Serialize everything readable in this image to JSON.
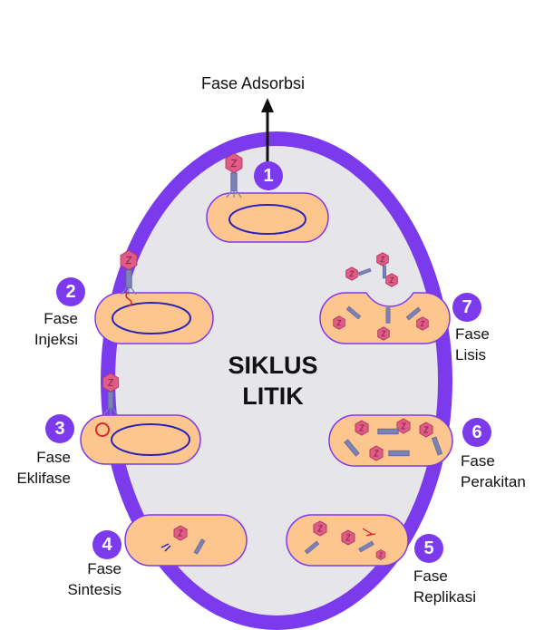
{
  "title": "Fase Adsorbsi",
  "center": {
    "line1": "SIKLUS",
    "line2": "LITIK"
  },
  "steps": [
    {
      "num": "1"
    },
    {
      "num": "2",
      "label1": "Fase",
      "label2": "Injeksi"
    },
    {
      "num": "3",
      "label1": "Fase",
      "label2": "Eklifase"
    },
    {
      "num": "4",
      "label1": "Fase",
      "label2": "Sintesis"
    },
    {
      "num": "5",
      "label1": "Fase",
      "label2": "Replikasi"
    },
    {
      "num": "6",
      "label1": "Fase",
      "label2": "Perakitan"
    },
    {
      "num": "7",
      "label1": "Fase",
      "label2": "Lisis"
    }
  ],
  "colors": {
    "ring": "#7c3aed",
    "inner": "#e6e6ea",
    "cell": "#fcc68e",
    "cell_border": "#7c3aed",
    "dna": "#2a22b8",
    "phage_head": "#e05b86",
    "phage_tail": "#7a82b8",
    "badge": "#7c3aed"
  }
}
